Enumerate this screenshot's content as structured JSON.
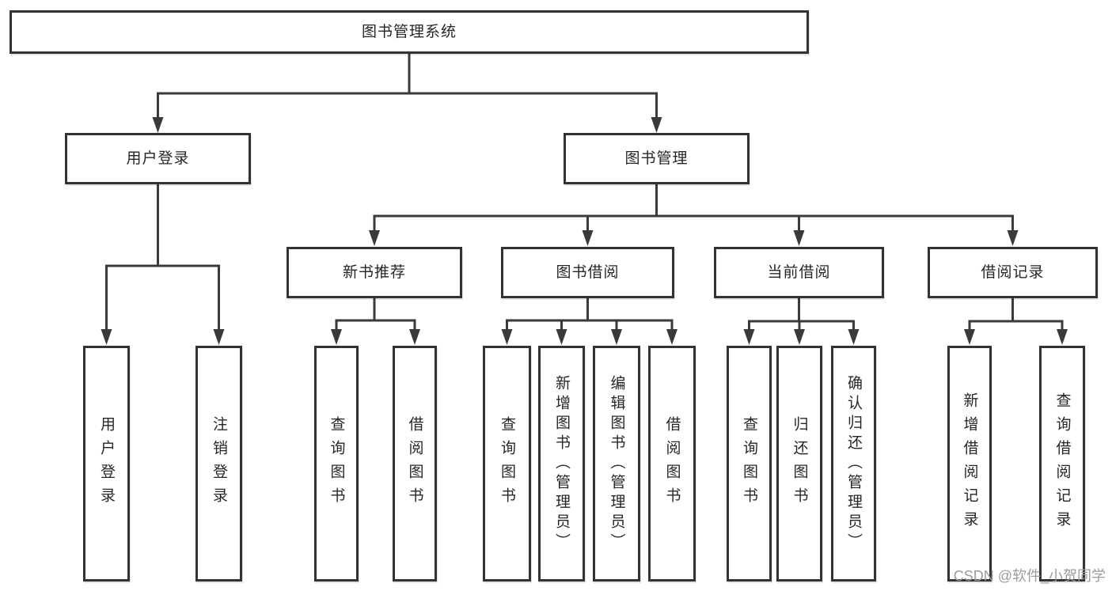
{
  "tree": {
    "label": "图书管理系统",
    "children": [
      {
        "label": "用户登录",
        "children": [
          {
            "label": "用户登录"
          },
          {
            "label": "注销登录"
          }
        ]
      },
      {
        "label": "图书管理",
        "children": [
          {
            "label": "新书推荐",
            "children": [
              {
                "label": "查询图书"
              },
              {
                "label": "借阅图书"
              }
            ]
          },
          {
            "label": "图书借阅",
            "children": [
              {
                "label": "查询图书"
              },
              {
                "label": "新增图书（管理员）"
              },
              {
                "label": "编辑图书（管理员）"
              },
              {
                "label": "借阅图书"
              }
            ]
          },
          {
            "label": "当前借阅",
            "children": [
              {
                "label": "查询图书"
              },
              {
                "label": "归还图书"
              },
              {
                "label": "确认归还（管理员）"
              }
            ]
          },
          {
            "label": "借阅记录",
            "children": [
              {
                "label": "新增借阅记录"
              },
              {
                "label": "查询借阅记录"
              }
            ]
          }
        ]
      }
    ]
  },
  "watermark": {
    "text": "CSDN @软件_小贺同学"
  },
  "colors": {
    "line": "#3a3a3a",
    "border": "#333333",
    "text": "#262626",
    "watermark": "#9c9c9c",
    "background": "#ffffff"
  }
}
